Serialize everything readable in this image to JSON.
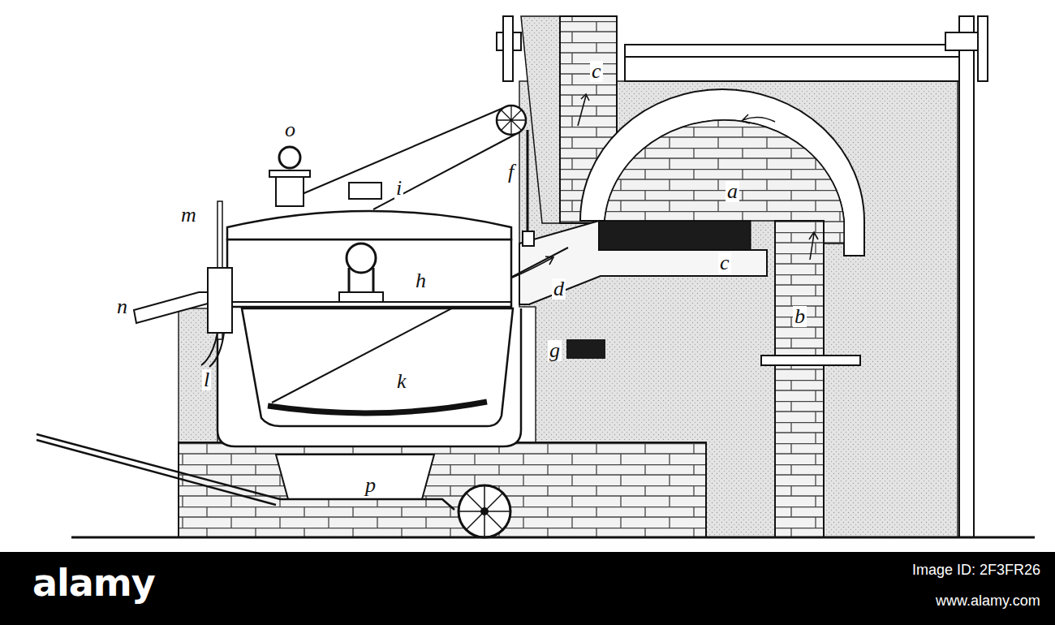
{
  "diagram": {
    "labels": [
      "o",
      "i",
      "m",
      "n",
      "h",
      "k",
      "l",
      "f",
      "c",
      "a",
      "d",
      "c",
      "g",
      "b",
      "p",
      "alamy",
      "Image ID: 2F3FR26",
      "www.alamy.com"
    ]
  }
}
